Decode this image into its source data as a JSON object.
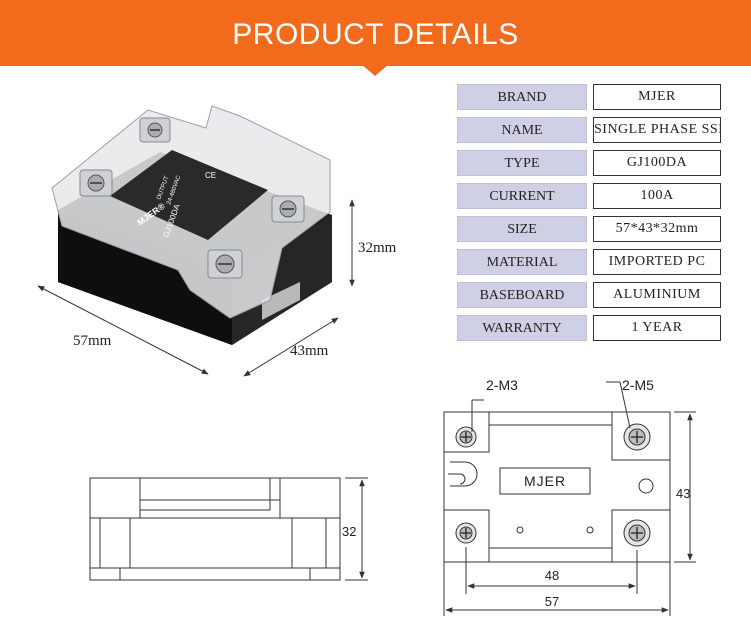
{
  "banner": {
    "title": "PRODUCT  DETAILS"
  },
  "specs": [
    {
      "label": "BRAND",
      "value": "MJER"
    },
    {
      "label": "NAME",
      "value": "SINGLE PHASE SSR"
    },
    {
      "label": "TYPE",
      "value": "GJ100DA"
    },
    {
      "label": "CURRENT",
      "value": "100A"
    },
    {
      "label": "SIZE",
      "value": "57*43*32mm"
    },
    {
      "label": "MATERIAL",
      "value": "IMPORTED PC"
    },
    {
      "label": "BASEBOARD",
      "value": "ALUMINIUM"
    },
    {
      "label": "WARRANTY",
      "value": "1 YEAR"
    }
  ],
  "photo": {
    "dim_length": "57mm",
    "dim_width": "43mm",
    "dim_height": "32mm",
    "label_brand": "MJER®",
    "label_model": "GJ100DA",
    "label_output": "OUTPUT",
    "label_voltage": "24-480VAC",
    "label_ce": "CE"
  },
  "side_view": {
    "dim_height": "32"
  },
  "top_view": {
    "screw_left": "2-M3",
    "screw_right": "2-M5",
    "nameplate": "MJER",
    "dim_height": "43",
    "dim_hole_spacing": "48",
    "dim_length": "57"
  }
}
